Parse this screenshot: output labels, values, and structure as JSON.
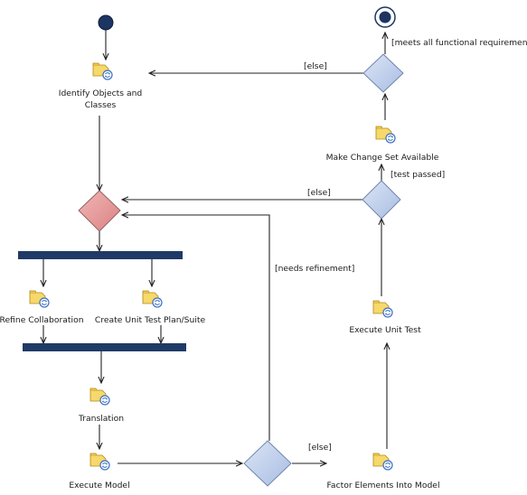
{
  "diagram": {
    "actions": {
      "identify": "Identify Objects and Classes",
      "identify_line1": "Identify Objects and",
      "identify_line2": "Classes",
      "refine": "Refine Collaboration",
      "create_test": "Create Unit Test Plan/Suite",
      "translation": "Translation",
      "execute_model": "Execute Model",
      "factor": "Factor Elements Into Model",
      "execute_test": "Execute Unit Test",
      "make_change": "Make Change Set Available"
    },
    "guards": {
      "meets_req": "[meets all functional requirements]",
      "else_top": "[else]",
      "test_passed": "[test passed]",
      "else_mid": "[else]",
      "needs_refinement": "[needs refinement]",
      "else_bottom": "[else]"
    },
    "colors": {
      "merge_fill": "#e89a9a",
      "decision_fill": "#c5d4ee",
      "node_fill": "#1d3563",
      "bar_fill": "#1f3a66"
    },
    "icon": "action-activity-icon"
  }
}
